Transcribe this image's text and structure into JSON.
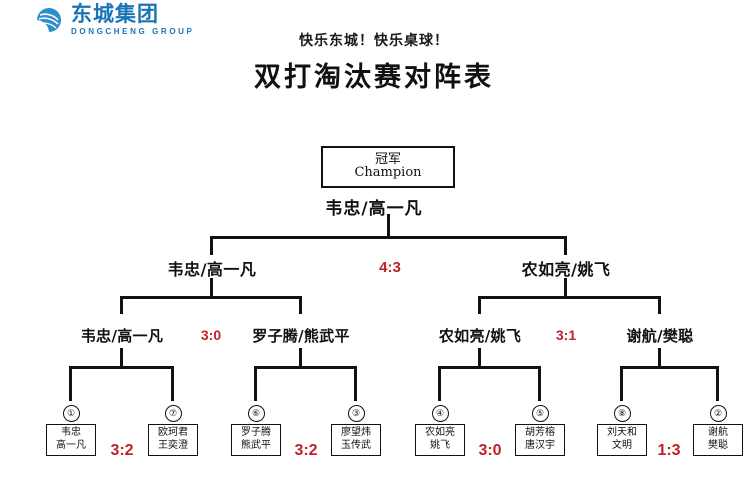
{
  "brand": {
    "logo_cn": "东城集团",
    "logo_en": "DONGCHENG GROUP",
    "logo_color": "#1a74b8",
    "logo_icon": "swoosh-logo-icon"
  },
  "header": {
    "slogan": "快乐东城！快乐桌球！",
    "title": "双打淘汰赛对阵表"
  },
  "theme": {
    "score_color": "#C0202A",
    "line_color": "#111111",
    "background": "#ffffff"
  },
  "bracket": {
    "champion": {
      "label_cn": "冠军",
      "label_en": "Champion",
      "winner": "韦忠/高一凡"
    },
    "final": {
      "score": "4:3",
      "left_team": "韦忠/高一凡",
      "right_team": "农如亮/姚飞"
    },
    "semifinals": [
      {
        "score": "3:0",
        "left_team": "韦忠/高一凡",
        "right_team": "罗子腾/熊武平"
      },
      {
        "score": "3:1",
        "left_team": "农如亮/姚飞",
        "right_team": "谢航/樊聪"
      }
    ],
    "first_round": [
      {
        "score": "3:2",
        "left": {
          "seed": "①",
          "player1": "韦忠",
          "player2": "高一凡"
        },
        "right": {
          "seed": "⑦",
          "player1": "欧珂君",
          "player2": "王奕澄"
        }
      },
      {
        "score": "3:2",
        "left": {
          "seed": "⑥",
          "player1": "罗子腾",
          "player2": "熊武平"
        },
        "right": {
          "seed": "③",
          "player1": "廖望炜",
          "player2": "玉传武"
        }
      },
      {
        "score": "3:0",
        "left": {
          "seed": "④",
          "player1": "农如亮",
          "player2": "姚飞"
        },
        "right": {
          "seed": "⑤",
          "player1": "胡芳榕",
          "player2": "唐汉宇"
        }
      },
      {
        "score": "1:3",
        "left": {
          "seed": "⑧",
          "player1": "刘天和",
          "player2": "文明"
        },
        "right": {
          "seed": "②",
          "player1": "谢航",
          "player2": "樊聪"
        }
      }
    ]
  }
}
